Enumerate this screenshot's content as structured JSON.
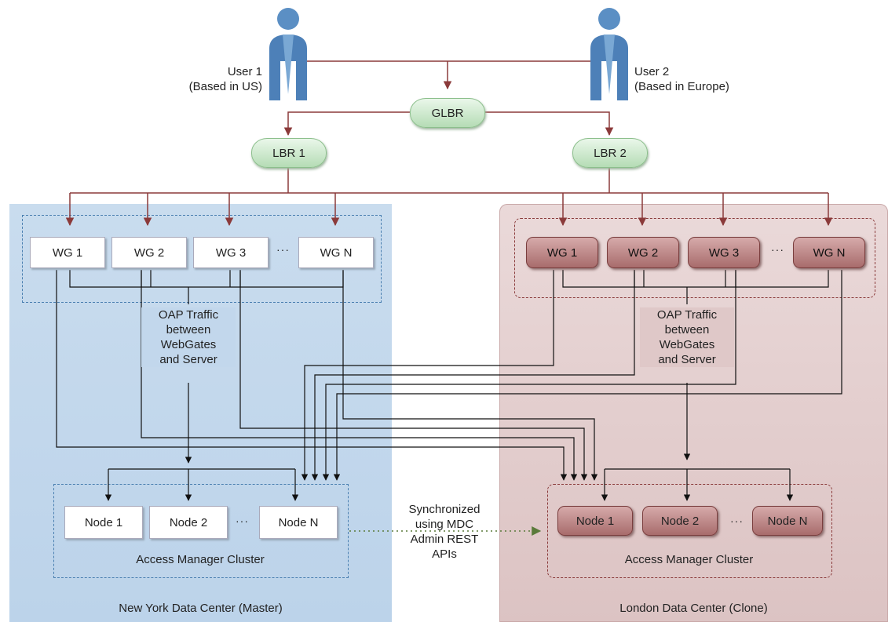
{
  "users": [
    {
      "name": "User 1",
      "location": "(Based in US)"
    },
    {
      "name": "User 2",
      "location": "(Based in Europe)"
    }
  ],
  "load_balancers": {
    "global": "GLBR",
    "lbr1": "LBR 1",
    "lbr2": "LBR 2"
  },
  "new_york": {
    "title": "New York Data Center (Master)",
    "webgates": [
      "WG 1",
      "WG 2",
      "WG 3",
      "WG N"
    ],
    "ellipsis": "···",
    "traffic_label": [
      "OAP Traffic",
      "between",
      "WebGates",
      "and Server"
    ],
    "nodes": [
      "Node 1",
      "Node 2",
      "Node N"
    ],
    "cluster_label": "Access Manager Cluster"
  },
  "london": {
    "title": "London Data Center (Clone)",
    "webgates": [
      "WG 1",
      "WG 2",
      "WG 3",
      "WG N"
    ],
    "ellipsis": "···",
    "traffic_label": [
      "OAP Traffic",
      "between",
      "WebGates",
      "and Server"
    ],
    "nodes": [
      "Node 1",
      "Node 2",
      "Node N"
    ],
    "cluster_label": "Access Manager Cluster"
  },
  "sync_label": [
    "Synchronized",
    "using MDC",
    "Admin REST",
    "APIs"
  ],
  "colors": {
    "ny_region": "#c2d7ec",
    "london_region": "#e2cccc",
    "wire": "#8b3a3a",
    "lb_green": "#b5dcb5",
    "sync_dotted": "#4a6a3a"
  }
}
